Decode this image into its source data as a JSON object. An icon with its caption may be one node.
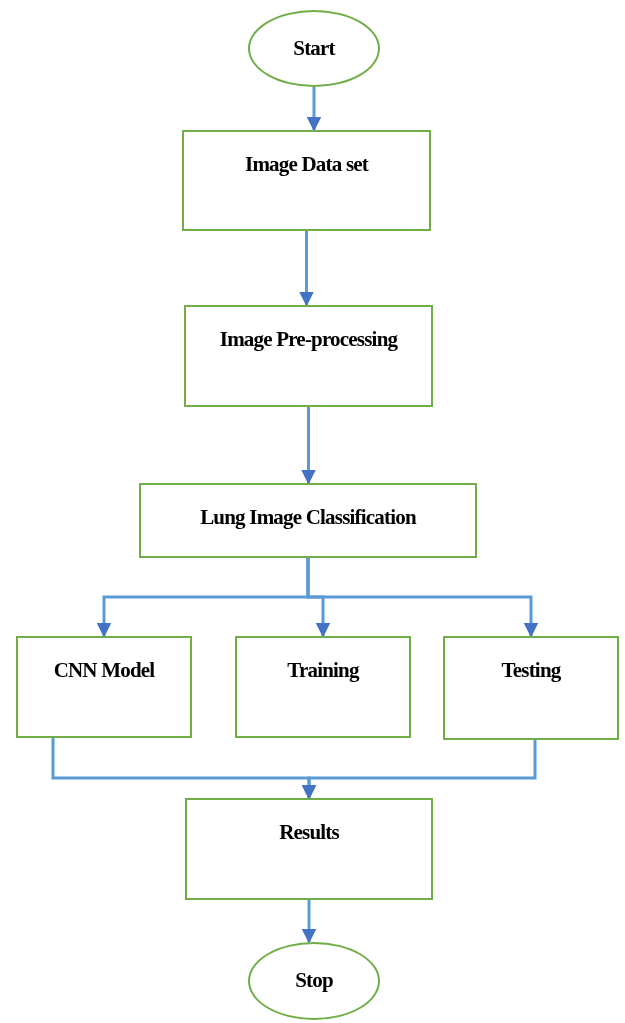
{
  "diagram": {
    "nodes": [
      {
        "text": [
          "Start"
        ]
      },
      {
        "text": [
          "Image Data set"
        ]
      },
      {
        "text": [
          "Image Pre-processing"
        ]
      },
      {
        "text": [
          "Lung Image Classification"
        ]
      },
      {
        "text": [
          "CNN Model"
        ]
      },
      {
        "text": [
          "Training"
        ]
      },
      {
        "text": [
          "Testing"
        ]
      },
      {
        "text": [
          "Results"
        ]
      },
      {
        "text": [
          "Stop"
        ]
      }
    ],
    "edges": [
      {
        "from": 0,
        "to": 1,
        "arrow": "to"
      },
      {
        "from": 1,
        "to": 2,
        "arrow": "to"
      },
      {
        "from": 2,
        "to": 3,
        "arrow": "to"
      },
      {
        "from": 3,
        "to": 4,
        "arrow": "to"
      },
      {
        "from": 3,
        "to": 5,
        "arrow": "to"
      },
      {
        "from": 3,
        "to": 6,
        "arrow": "to"
      },
      {
        "from": 4,
        "to": 7,
        "arrow": "to"
      },
      {
        "from": 6,
        "to": 7,
        "arrow": "to"
      },
      {
        "from": 7,
        "to": 8,
        "arrow": "to"
      }
    ]
  }
}
